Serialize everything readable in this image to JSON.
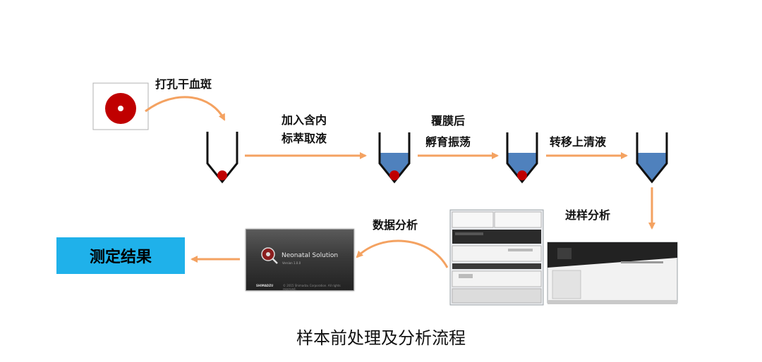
{
  "steps": {
    "punch": "打孔干血斑",
    "add_line1": "加入含内",
    "add_line2": "标萃取液",
    "seal_line1": "覆膜后",
    "seal_line2": "孵育振荡",
    "transfer": "转移上清液",
    "inject": "进样分析",
    "data_analysis": "数据分析",
    "result": "测定结果"
  },
  "software": {
    "title": "Neonatal Solution",
    "version": "Version 1.0.0",
    "brand": "SHIMADZU",
    "copyright": "© 2015 Shimadzu Corporation. All rights reserved."
  },
  "caption": "样本前处理及分析流程",
  "colors": {
    "arrow": "#f4a261",
    "blood_spot": "#c00000",
    "liquid": "#4f81bd",
    "result_box": "#1fb1ea"
  }
}
